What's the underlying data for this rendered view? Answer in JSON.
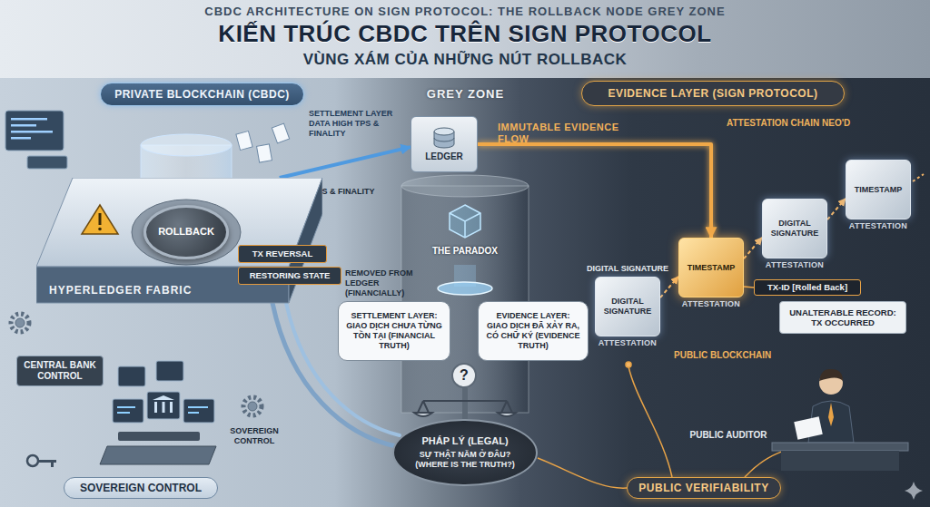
{
  "diagram": {
    "title": "KIẾN TRÚC CBDC TRÊN SIGN PROTOCOL",
    "nodes": [
      {
        "text": [
          "PRIVATE BLOCKCHAIN (CBDC)"
        ]
      },
      {
        "text": [
          "EVIDENCE LAYER (SIGN PROTOCOL)"
        ]
      },
      {
        "text": [
          "LEDGER"
        ]
      },
      {
        "text": [
          "HYPERLEDGER FABRIC"
        ]
      },
      {
        "text": [
          "ROLLBACK"
        ],
        "in": 3
      },
      {
        "text": [
          "TX REVERSAL"
        ]
      },
      {
        "text": [
          "RESTORING STATE"
        ]
      },
      {
        "text": [
          "SETTLEMENT LAYER: GIAO DỊCH CHƯA TỪNG TỒN TẠI (FINANCIAL TRUTH)"
        ]
      },
      {
        "text": [
          "?"
        ]
      },
      {
        "text": [
          "EVIDENCE LAYER: GIAO DỊCH ĐÃ XẢY RA, CÓ CHỮ KÝ (EVIDENCE TRUTH)"
        ]
      },
      {
        "text": [
          "PHÁP LÝ (LEGAL)",
          "SỰ THẬT NẰM Ở ĐÂU? (WHERE IS THE TRUTH?)"
        ]
      },
      {
        "text": [
          "DIGITAL SIGNATURE",
          "DIGITAL SIGNATURE",
          "ATTESTATION"
        ]
      },
      {
        "text": [
          "TIMESTAMP",
          "ATTESTATION"
        ]
      },
      {
        "text": [
          "DIGITAL SIGNATURE",
          "ATTESTATION"
        ]
      },
      {
        "text": [
          "TIMESTAMP",
          "ATTESTATION"
        ]
      },
      {
        "text": [
          "TX-ID [Rolled Back]"
        ]
      },
      {
        "text": [
          "UNALTERABLE RECORD: TX OCCURRED"
        ]
      },
      {
        "text": [
          "CENTRAL BANK CONTROL"
        ]
      },
      {
        "text": [
          "SOVEREIGN CONTROL"
        ]
      },
      {
        "text": [
          "PUBLIC VERIFIABILITY"
        ]
      }
    ],
    "edges": [
      {
        "from": 3,
        "to": 2,
        "label": "SETTLEMENT LAYER DATA HIGH TPS & FINALITY",
        "arrow": "to"
      },
      {
        "from": 4,
        "to": 5,
        "arrow": "none"
      },
      {
        "from": 4,
        "to": 6,
        "arrow": "none"
      },
      {
        "from": 2,
        "to": 12,
        "label": "IMMUTABLE EVIDENCE FLOW",
        "arrow": "to"
      },
      {
        "from": 11,
        "to": 12,
        "arrow": "to"
      },
      {
        "from": 12,
        "to": 13,
        "arrow": "to"
      },
      {
        "from": 13,
        "to": 14,
        "arrow": "to"
      },
      {
        "from": 12,
        "to": 15,
        "arrow": "none"
      }
    ],
    "labels": [
      "CBDC ARCHITECTURE ON SIGN PROTOCOL: THE ROLLBACK NODE GREY ZONE",
      "VÙNG XÁM CỦA NHỮNG NÚT ROLLBACK",
      "GREY ZONE",
      "HIGH TPS & FINALITY",
      "REMOVED FROM LEDGER (FINANCIALLY)",
      "THE PARADOX",
      "ATTESTATION CHAIN NEO'D",
      "PUBLIC BLOCKCHAIN",
      "PUBLIC AUDITOR",
      "SOVEREIGN CONTROL"
    ]
  }
}
